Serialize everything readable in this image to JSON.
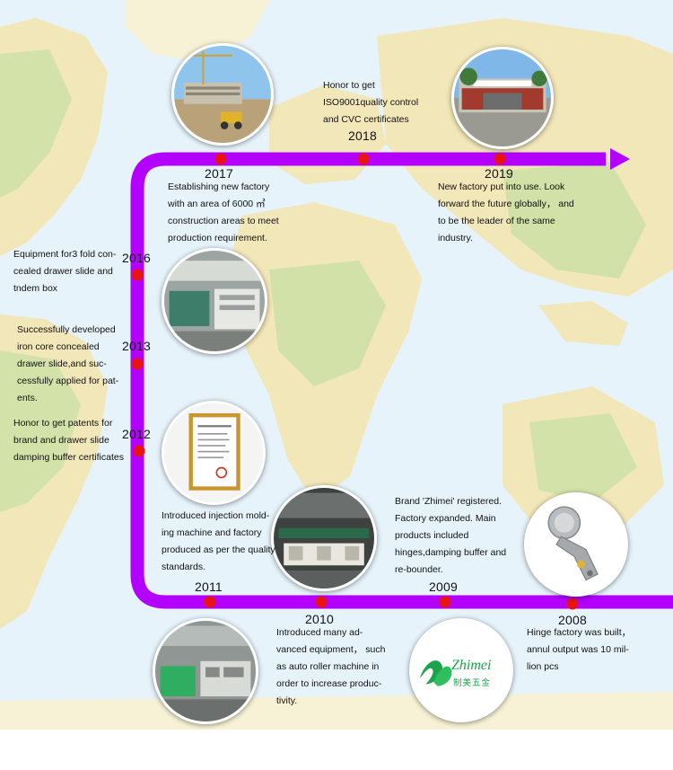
{
  "colors": {
    "timeline": "#b300ff",
    "dot": "#e81414",
    "ocean": "#e6f3fa",
    "land": "#f2e7b9",
    "land_green": "#c6dfa1",
    "logo_green": "#1aa34a"
  },
  "milestones": {
    "y2017": {
      "year": "2017",
      "lines": [
        "Establishing new factory",
        "with an area of 6000 ㎡",
        "construction areas to meet",
        "production requirement."
      ],
      "image": "construction-site-photo"
    },
    "y2018": {
      "year": "2018",
      "lines": [
        "Honor to get",
        "ISO9001quality control",
        "and CVC certificates"
      ]
    },
    "y2019": {
      "year": "2019",
      "lines": [
        "New factory put into use. Look",
        "forward the future globally， and",
        "to be the leader of the same",
        "industry."
      ],
      "image": "factory-gate-photo"
    },
    "y2016": {
      "year": "2016",
      "lines": [
        "Equipment for3 fold con-",
        "cealed drawer slide and",
        "tndem box"
      ],
      "image": "production-line-photo"
    },
    "y2013": {
      "year": "2013",
      "lines": [
        "Successfully developed",
        "iron core concealed",
        "drawer slide,and suc-",
        "cessfully applied for pat-",
        "ents."
      ]
    },
    "y2012": {
      "year": "2012",
      "lines": [
        "Honor to get patents for",
        "brand and drawer slide",
        "damping buffer certificates"
      ],
      "image": "certificate-photo"
    },
    "y2011": {
      "year": "2011",
      "lines": [
        "Introduced injection mold-",
        "ing machine and factory",
        "produced as per the quality",
        "standards."
      ],
      "image": "injection-molding-photo"
    },
    "y2010": {
      "year": "2010",
      "lines": [
        "Introduced many ad-",
        "vanced equipment， such",
        "as auto roller machine in",
        "order to increase produc-",
        "tivity."
      ],
      "image": "roller-machine-photo"
    },
    "y2009": {
      "year": "2009",
      "lines": [
        "Brand 'Zhimei' registered.",
        "Factory expanded. Main",
        "products included",
        "hinges,damping buffer and",
        "re-bounder."
      ]
    },
    "y2008": {
      "year": "2008",
      "lines": [
        "Hinge factory was built，",
        "annul output was 10 mil-",
        "lion pcs"
      ],
      "image": "hinge-photo"
    }
  },
  "logo": {
    "name": "Zhimei",
    "sub": "制美五金",
    "icon": "zhimei-leaf-icon"
  }
}
